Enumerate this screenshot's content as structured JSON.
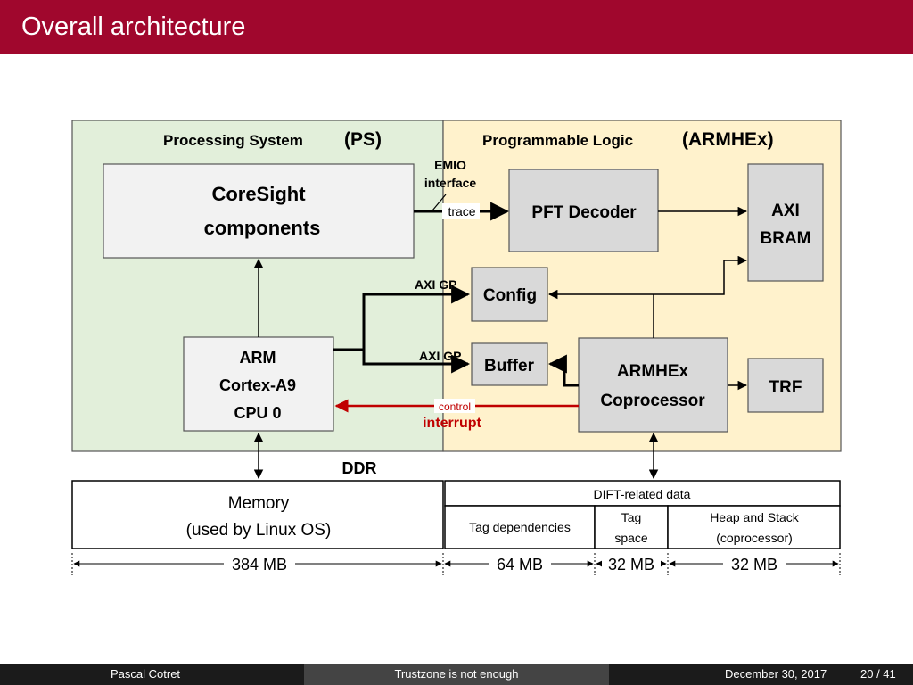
{
  "slide": {
    "title": "Overall architecture",
    "footer": {
      "author": "Pascal Cotret",
      "talk": "Trustzone is not enough",
      "date": "December 30, 2017",
      "page": "20 / 41"
    }
  },
  "colors": {
    "title_bar": "#a0072d",
    "ps_region": "#e2efda",
    "pl_region": "#fff2cc",
    "block_fill": "#f2f2f2",
    "block_gray": "#d9d9d9",
    "interrupt_arrow": "#c00000"
  },
  "diagram": {
    "ps_label": "Processing System",
    "ps_abbr": "(PS)",
    "pl_label": "Programmable Logic",
    "pl_abbr": "(ARMHEx)",
    "coresight": [
      "CoreSight",
      "components"
    ],
    "arm_cpu": [
      "ARM",
      "Cortex-A9",
      "CPU 0"
    ],
    "emio": [
      "EMIO",
      "interface"
    ],
    "trace": "trace",
    "pft_decoder": "PFT Decoder",
    "axi_bram": [
      "AXI",
      "BRAM"
    ],
    "axi_gp_1": "AXI GP",
    "axi_gp_2": "AXI GP",
    "config": "Config",
    "buffer": "Buffer",
    "coprocessor": [
      "ARMHEx",
      "Coprocessor"
    ],
    "trf": "TRF",
    "control": "control",
    "interrupt": "interrupt",
    "ddr": "DDR",
    "memory": [
      "Memory",
      "(used by Linux OS)"
    ],
    "dift_header": "DIFT-related data",
    "tag_dependencies": "Tag dependencies",
    "tag_space": [
      "Tag",
      "space"
    ],
    "heap_stack": [
      "Heap and Stack",
      "(coprocessor)"
    ],
    "size_memory": "384 MB",
    "size_tagdep": "64 MB",
    "size_tagspace": "32 MB",
    "size_heap": "32 MB"
  }
}
